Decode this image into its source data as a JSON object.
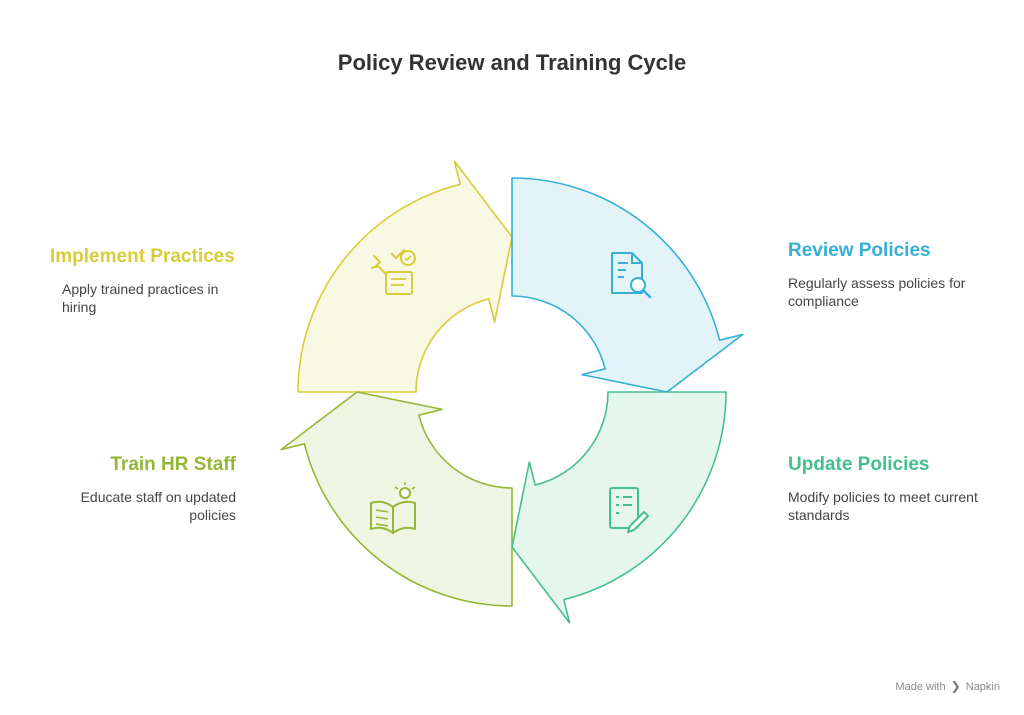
{
  "title": "Policy Review and Training Cycle",
  "colors": {
    "review": "#35AFD6",
    "update": "#44C08B",
    "train": "#93B835",
    "implement": "#D7CD38"
  },
  "steps": [
    {
      "key": "review",
      "label": "Review Policies",
      "description": "Regularly assess policies for compliance",
      "icon": "document-search-icon"
    },
    {
      "key": "update",
      "label": "Update Policies",
      "description": "Modify policies to meet current standards",
      "icon": "checklist-pen-icon"
    },
    {
      "key": "train",
      "label": "Train HR Staff",
      "description": "Educate staff on updated policies",
      "icon": "book-lightbulb-icon"
    },
    {
      "key": "implement",
      "label": "Implement Practices",
      "description": "Apply trained practices in hiring",
      "icon": "hand-checklist-icon"
    }
  ],
  "branding": {
    "prefix": "Made with",
    "name": "Napkin"
  }
}
